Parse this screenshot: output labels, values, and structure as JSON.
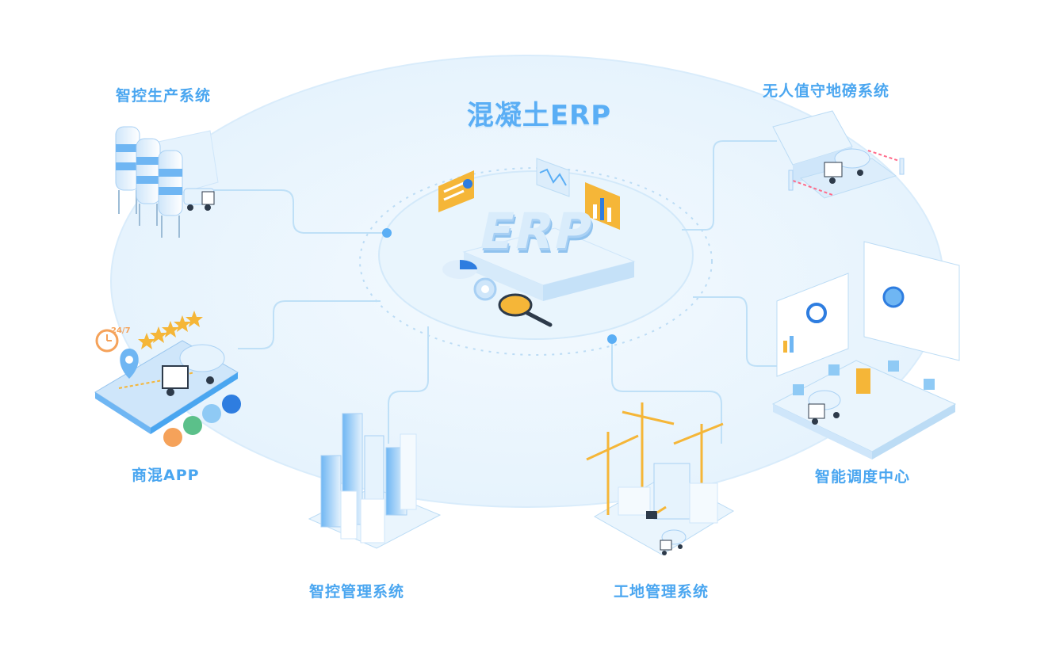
{
  "diagram": {
    "title": "混凝土ERP",
    "center_text": "ERP",
    "modules": [
      {
        "id": "production",
        "label": "智控生产系统"
      },
      {
        "id": "weighbridge",
        "label": "无人值守地磅系统"
      },
      {
        "id": "app",
        "label": "商混APP"
      },
      {
        "id": "dispatch",
        "label": "智能调度中心"
      },
      {
        "id": "management",
        "label": "智控管理系统"
      },
      {
        "id": "site",
        "label": "工地管理系统"
      }
    ],
    "app_badge_text": "24/7",
    "colors": {
      "accent": "#4aa6f0",
      "ring": "#e8f4fd",
      "line": "#bfe0f7",
      "orange": "#f5b638",
      "truck": "#2d3a4a"
    }
  }
}
